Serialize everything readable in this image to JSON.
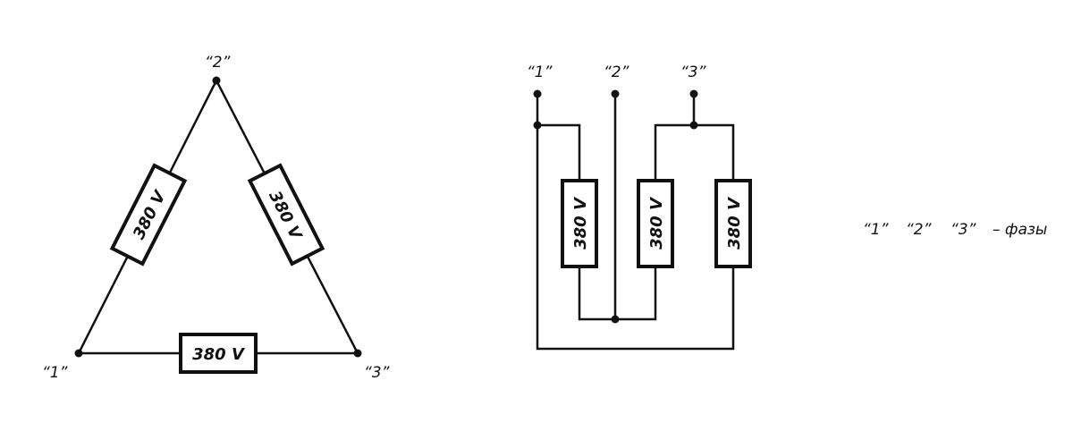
{
  "delta": {
    "node_labels": {
      "n1": "“1”",
      "n2": "“2”",
      "n3": "“3”"
    },
    "resistors": {
      "left": "380 V",
      "right": "380 V",
      "bottom": "380 V"
    }
  },
  "parallel": {
    "terminal_labels": {
      "t1": "“1”",
      "t2": "“2”",
      "t3": "“3”"
    },
    "resistors": {
      "r1": "380 V",
      "r2": "380 V",
      "r3": "380 V"
    }
  },
  "legend": {
    "p1": "“1”",
    "p2": "“2”",
    "p3": "“3”",
    "desc": "– фазы"
  }
}
